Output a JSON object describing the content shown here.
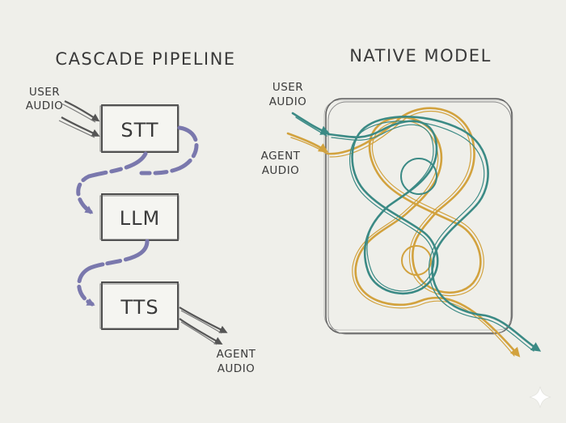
{
  "left": {
    "title": "CASCADE PIPELINE",
    "input_label": [
      "USER",
      "AUDIO"
    ],
    "stages": [
      "STT",
      "LLM",
      "TTS"
    ],
    "output_label": [
      "AGENT",
      "AUDIO"
    ]
  },
  "right": {
    "title": "NATIVE MODEL",
    "user_input_label": [
      "USER",
      "AUDIO"
    ],
    "agent_input_label": [
      "AGENT",
      "AUDIO"
    ]
  },
  "colors": {
    "background": "#efefea",
    "ink": "#3a3a3a",
    "box_fill": "#f5f5f1",
    "cascade_arrow": "#7a78ad",
    "user_stream": "#3b8a85",
    "agent_stream": "#d2a23e"
  },
  "icons": {
    "corner_mark": "sparkle-icon"
  }
}
